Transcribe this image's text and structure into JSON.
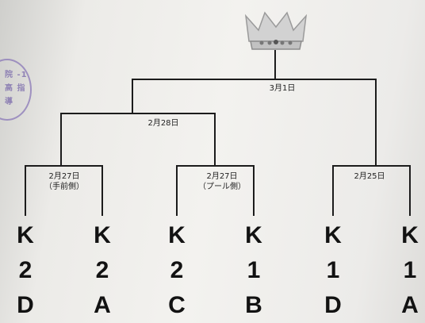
{
  "stamp": {
    "text": "院 -1 高 指導"
  },
  "rounds": {
    "final": "3月1日",
    "semifinal": "2月28日",
    "qf_left": {
      "date": "2月27日",
      "note": "（手前側）"
    },
    "qf_mid": {
      "date": "2月27日",
      "note": "（プール側）"
    },
    "qf_right": "2月25日"
  },
  "teams": [
    {
      "name": "K",
      "grade": "2",
      "class": "D"
    },
    {
      "name": "K",
      "grade": "2",
      "class": "A"
    },
    {
      "name": "K",
      "grade": "2",
      "class": "C"
    },
    {
      "name": "K",
      "grade": "1",
      "class": "B"
    },
    {
      "name": "K",
      "grade": "1",
      "class": "D"
    },
    {
      "name": "K",
      "grade": "1",
      "class": "A"
    }
  ],
  "colors": {
    "lines": "#1c1c1c",
    "stamp": "#7766aa",
    "crown": "#c6c6c6"
  }
}
